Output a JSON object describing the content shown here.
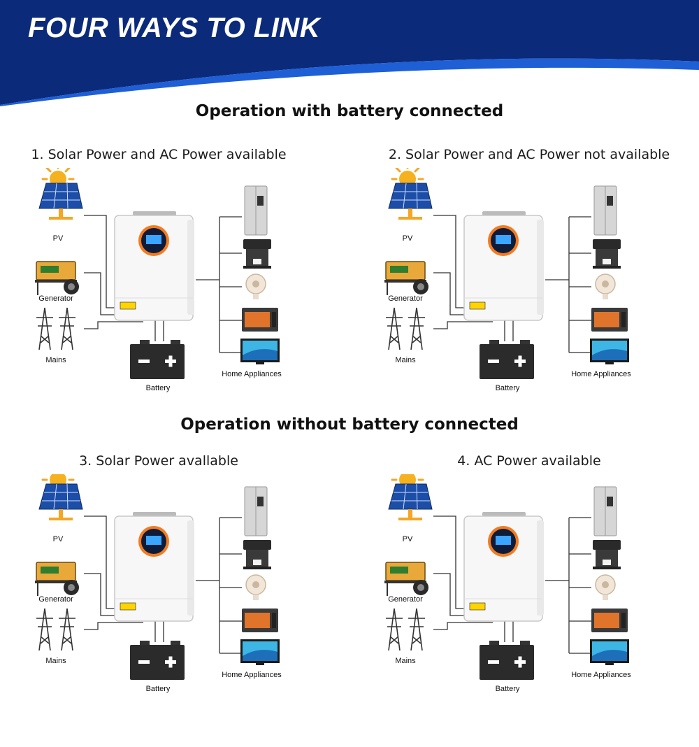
{
  "header": {
    "title": "FOUR WAYS TO LINK",
    "colors": {
      "banner_dark": "#0b2a7a",
      "banner_accent": "#1e5fd6"
    }
  },
  "sections": [
    {
      "heading": "Operation with battery connected",
      "panels": [
        {
          "title": "1. Solar Power and AC Power available"
        },
        {
          "title": "2. Solar Power and AC Power not available"
        }
      ]
    },
    {
      "heading": "Operation without battery connected",
      "panels": [
        {
          "title": "3. Solar Power avallable"
        },
        {
          "title": "4. AC Power available"
        }
      ]
    }
  ],
  "labels": {
    "pv": "PV",
    "generator": "Generator",
    "mains": "Mains",
    "battery": "Battery",
    "home_appliances": "Home Appliances"
  },
  "icons": [
    "sun-icon",
    "solar-panel-icon",
    "generator-icon",
    "power-tower-icon",
    "inverter-icon",
    "battery-icon",
    "refrigerator-icon",
    "coffee-machine-icon",
    "fan-icon",
    "oven-icon",
    "tv-icon"
  ]
}
